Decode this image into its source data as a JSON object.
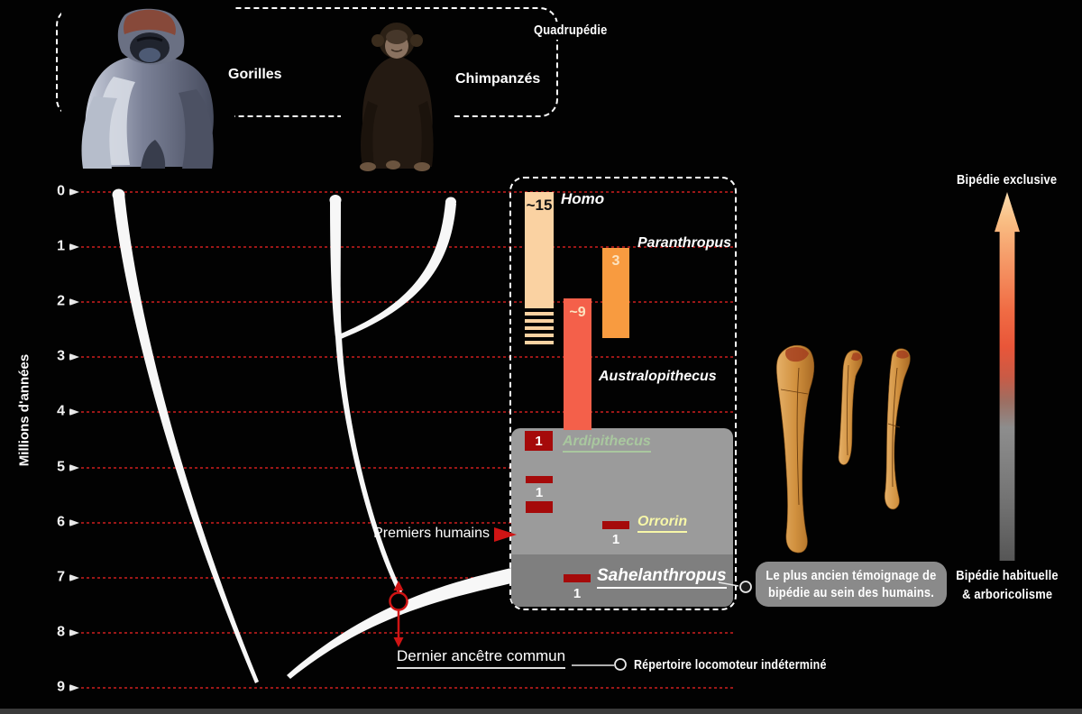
{
  "top_panel": {
    "quadrupedie_label": "Quadrupédie",
    "gorilla_label": "Gorilles",
    "chimp_label": "Chimpanzés"
  },
  "axis": {
    "label": "Millions d'années",
    "ticks": [
      "0",
      "1",
      "2",
      "3",
      "4",
      "5",
      "6",
      "7",
      "8",
      "9"
    ]
  },
  "genera": {
    "homo": {
      "label": "Homo",
      "count": "~15"
    },
    "paranthropus": {
      "label": "Paranthropus",
      "count": "3"
    },
    "australopithecus": {
      "label": "Australopithecus",
      "count": "~9"
    },
    "ardipithecus": {
      "label": "Ardipithecus",
      "count": "1",
      "kadabba_count": "1"
    },
    "orrorin": {
      "label": "Orrorin",
      "count": "1"
    },
    "sahelanthropus": {
      "label": "Sahelanthropus",
      "count": "1"
    }
  },
  "annotations": {
    "premiers_humains": "Premiers humains",
    "dernier_ancetre_commun": "Dernier ancêtre commun",
    "repertoire_locomoteur": "Répertoire locomoteur indéterminé",
    "callout_line1": "Le plus ancien témoignage de",
    "callout_line2": "bipédie au sein des humains.",
    "bipedie_exclusive": "Bipédie exclusive",
    "bipedie_habituelle_line1": "Bipédie habituelle",
    "bipedie_habituelle_line2": "& arboricolisme"
  },
  "colors": {
    "homo_bar": "#fad2a2",
    "paranthropus_bar": "#f89b40",
    "australopithecus_bar": "#f4604a",
    "fossil_bar": "#a50a0a",
    "panel_gray": "#9b9b9b",
    "panel_gray_dark": "#7f7f7f",
    "timeline_red": "#9b1717",
    "accent_red": "#d01414",
    "ardipithecus_text": "#a9c79f",
    "orrorin_text": "#f7f7a8"
  },
  "chart_data": {
    "type": "timeline",
    "unit": "millions d'années",
    "axis_range": [
      0,
      9
    ],
    "taxa": [
      {
        "name": "Homo",
        "species_count": "~15",
        "span_ma": [
          0,
          2.0
        ],
        "uncertain_span_ma": [
          2.0,
          2.8
        ]
      },
      {
        "name": "Paranthropus",
        "species_count": "3",
        "span_ma": [
          1.0,
          2.65
        ]
      },
      {
        "name": "Australopithecus",
        "species_count": "~9",
        "span_ma": [
          1.95,
          4.3
        ]
      },
      {
        "name": "Ardipithecus",
        "species_count": "1 + 1",
        "spans_ma": [
          [
            4.35,
            4.7
          ],
          [
            5.15,
            5.3
          ],
          [
            5.6,
            5.8
          ]
        ]
      },
      {
        "name": "Orrorin",
        "species_count": "1",
        "span_ma": [
          5.95,
          6.1
        ]
      },
      {
        "name": "Sahelanthropus",
        "species_count": "1",
        "span_ma": [
          6.95,
          7.1
        ]
      }
    ],
    "events": [
      {
        "name": "Premiers humains",
        "age_ma": 6.2
      },
      {
        "name": "Dernier ancêtre commun",
        "age_ma": 7.4
      }
    ],
    "legend": {
      "top": "Bipédie exclusive",
      "bottom": "Bipédie habituelle & arboricolisme",
      "outgroup": "Quadrupédie"
    }
  }
}
